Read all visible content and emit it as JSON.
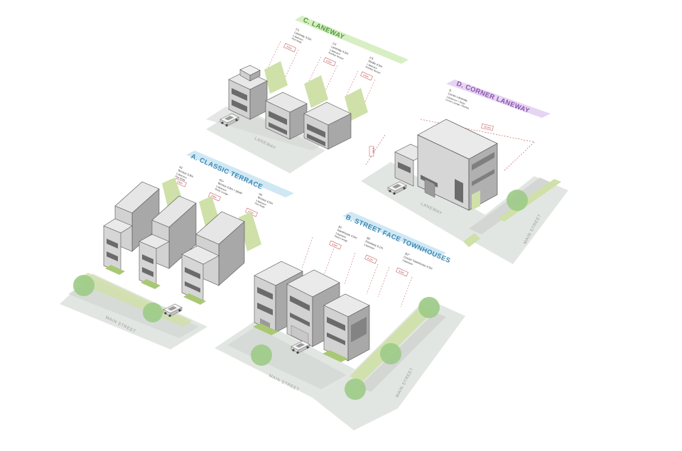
{
  "sections": {
    "laneway": {
      "title": "C. LANEWAY",
      "title_color": "#4e9a3c",
      "banner_color": "#d8efc4",
      "street": "LANEWAY",
      "types": [
        {
          "code": "C1",
          "name": "Laneway 3.5m",
          "subs": [
            "2 Bedroom",
            "Plus Study"
          ],
          "dim": "3.5m"
        },
        {
          "code": "C2",
          "name": "Laneway 4.5m",
          "subs": [
            "3 Bedroom",
            "Rooftop Terrace"
          ],
          "dim": "4.5m"
        },
        {
          "code": "C3",
          "name": "Studio 4.5m",
          "subs": [
            "1 Bedroom",
            "Rooftop Terrace"
          ],
          "dim": "4.5m"
        }
      ]
    },
    "corner": {
      "title": "D. CORNER LANEWAY",
      "title_color": "#8a55b0",
      "banner_color": "#e6d5f2",
      "street_lane": "LANEWAY",
      "street_main": "MAIN STREET",
      "types": [
        {
          "code": "D",
          "name": "Corner Laneway",
          "subs": [
            "3 Bedroom + Study",
            "Corner Lounge / Rooftop"
          ],
          "dim_width": "10.0m",
          "dim_depth": "6.0m"
        }
      ]
    },
    "terrace": {
      "title": "A. CLASSIC TERRACE",
      "title_color": "#3a88b5",
      "banner_color": "#cfe8f4",
      "street": "MAIN STREET",
      "types": [
        {
          "code": "A1",
          "name": "Terrace 3.8m",
          "subs": [
            "2 Bedroom",
            "Plus Study"
          ],
          "dim": "3.8m"
        },
        {
          "code": "A1+",
          "name": "Terrace 3.8m + plinth",
          "subs": [
            "3 Bedroom",
            "Study Lounge"
          ],
          "dim": "3.8m"
        },
        {
          "code": "A3",
          "name": "Terrace 4.5m",
          "subs": [
            "3 Bedroom",
            "Plus Study"
          ],
          "dim": "4.5m"
        }
      ]
    },
    "townhouse": {
      "title": "B. STREET FACE TOWNHOUSES",
      "title_color": "#3a88b5",
      "banner_color": "#cfe8f4",
      "street_front": "MAIN STREET",
      "street_side": "MAIN STREET",
      "types": [
        {
          "code": "B1",
          "name": "Townhouse 4.5m",
          "subs": [
            "3 Bedroom",
            "Study Lounge"
          ],
          "dim": "4.5m"
        },
        {
          "code": "B2",
          "name": "Driveway 6.1m",
          "subs": [
            "3 Bedroom"
          ],
          "dim": "6.1m"
        },
        {
          "code": "B1*",
          "name": "Corner Townhouse 4.5m",
          "subs": [
            "3 Bedroom"
          ],
          "dim": "4.5m"
        }
      ]
    }
  },
  "colors": {
    "ground": "#e2e6e2",
    "road": "#d3d6d3",
    "grass": "#cfe0a8",
    "grass_dark": "#a9c874",
    "tree": "#9ccb87",
    "wall_light": "#e8e8e8",
    "wall_mid": "#d2d2d2",
    "wall_dark": "#a8a8a8",
    "window": "#6b6b6b",
    "dim_line": "#c04a4a"
  },
  "icons": [
    "car-icon",
    "tree-icon"
  ]
}
